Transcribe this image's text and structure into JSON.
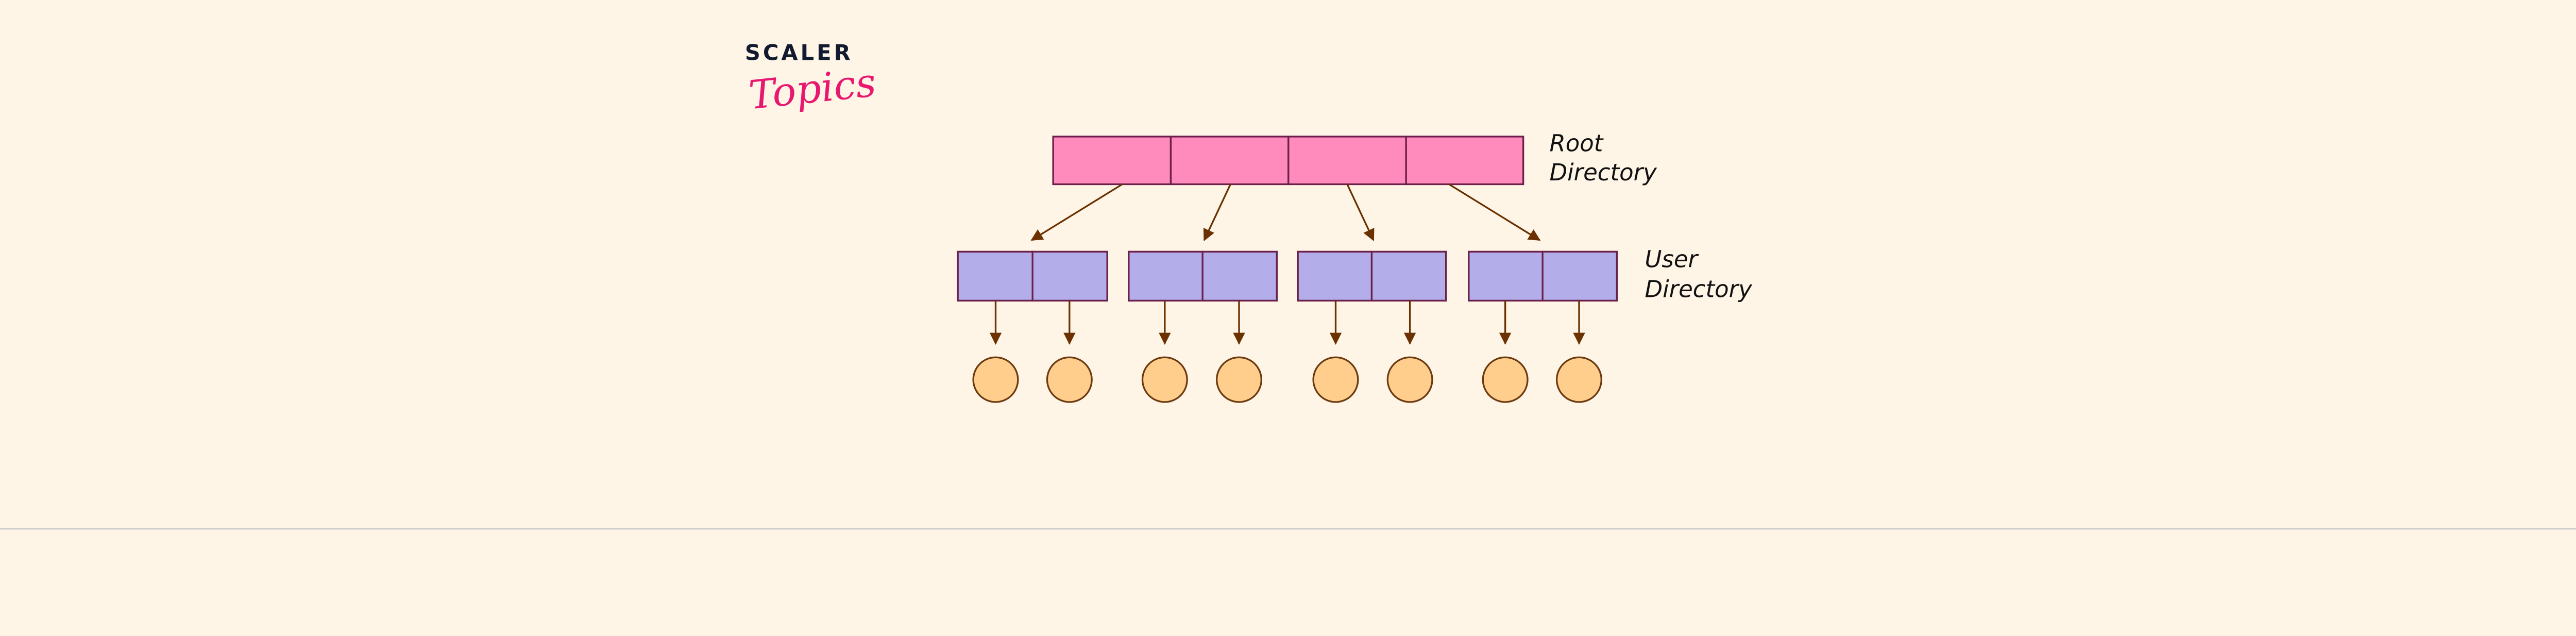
{
  "logo": {
    "line1": "SCALER",
    "line2": "Topics",
    "color": "#e8186f"
  },
  "labels": {
    "root": [
      "Root",
      "Directory"
    ],
    "user": [
      "User",
      "Directory"
    ]
  },
  "colors": {
    "root": "#ff8bbd",
    "user": "#b3aee9",
    "file": "#ffcd8c",
    "background": "#fef5e7"
  }
}
